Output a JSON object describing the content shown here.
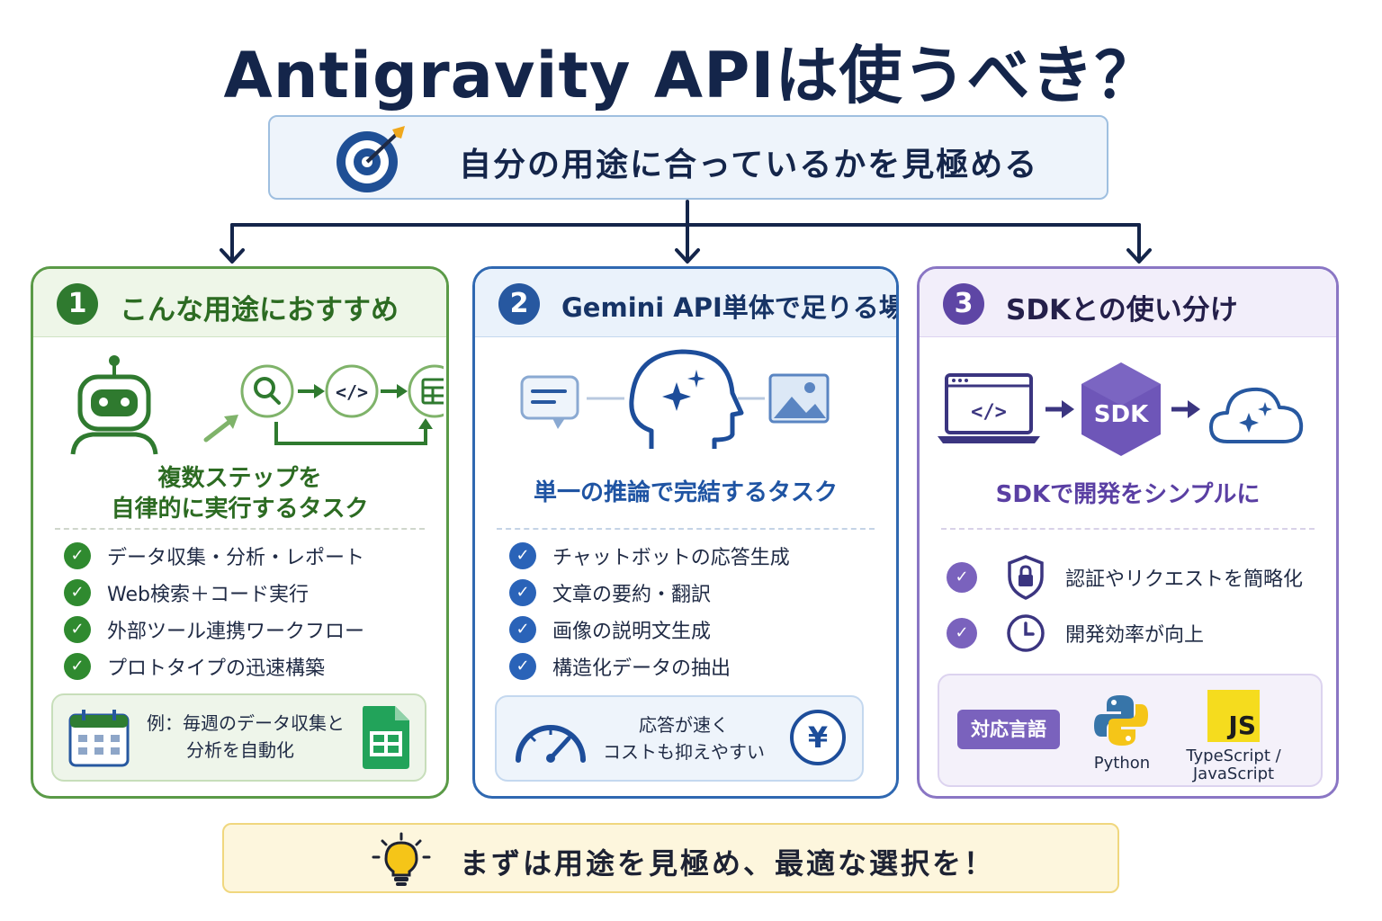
{
  "title": "Antigravity APIは使うべき？",
  "goal": {
    "text": "自分の用途に合っているかを見極める"
  },
  "cards": [
    {
      "number": "1",
      "heading": "こんな用途におすすめ",
      "subtitle_lines": [
        "複数ステップを",
        "自律的に実行するタスク"
      ],
      "items": [
        "データ収集・分析・レポート",
        "Web検索＋コード実行",
        "外部ツール連携ワークフロー",
        "プロトタイプの迅速構築"
      ],
      "example_lines": [
        "例：毎週のデータ収集と",
        "分析を自動化"
      ]
    },
    {
      "number": "2",
      "heading": "Gemini API単体で足りる場合",
      "subtitle": "単一の推論で完結するタスク",
      "items": [
        "チャットボットの応答生成",
        "文章の要約・翻訳",
        "画像の説明文生成",
        "構造化データの抽出"
      ],
      "benefit_lines": [
        "応答が速く",
        "コストも抑えやすい"
      ],
      "yen_symbol": "¥"
    },
    {
      "number": "3",
      "heading": "SDKとの使い分け",
      "sdk_label": "SDK",
      "subtitle": "SDKで開発をシンプルに",
      "items": [
        "認証やリクエストを簡略化",
        "開発効率が向上"
      ],
      "item_icons": [
        "lock-shield-icon",
        "clock-icon"
      ],
      "languages_badge": "対応言語",
      "languages": [
        {
          "name": "Python",
          "icon": "python-icon"
        },
        {
          "name_lines": [
            "TypeScript /",
            "JavaScript"
          ],
          "icon_text": "JS"
        }
      ]
    }
  ],
  "footer": {
    "text": "まずは用途を見極め、最適な選択を！"
  },
  "colors": {
    "navy": "#14254a",
    "green": "#2f7a2f",
    "blue": "#2758a0",
    "purple": "#5e46a5",
    "yellow": "#f5c518"
  }
}
